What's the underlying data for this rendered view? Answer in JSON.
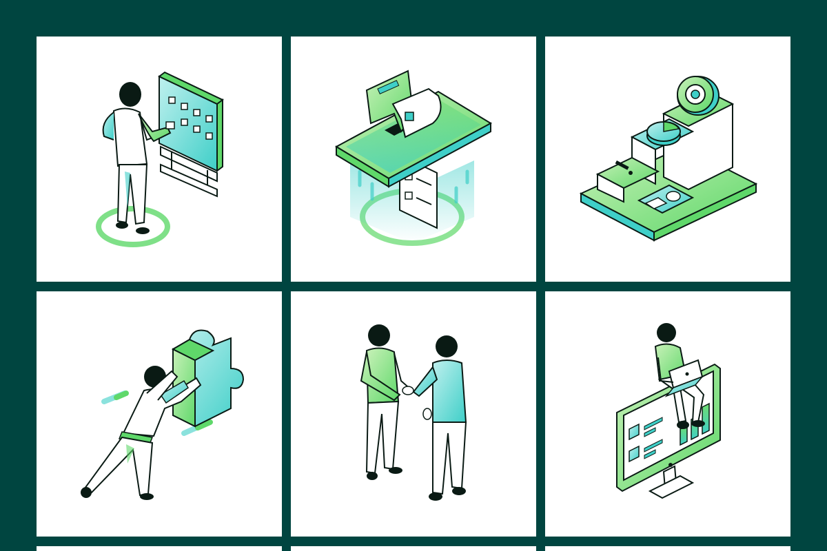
{
  "palette": {
    "background": "#004540",
    "tile": "#ffffff",
    "green": "#5fd86a",
    "light_green": "#c8f1b8",
    "teal": "#3fcfc8",
    "light_teal": "#bff0ee",
    "outline": "#0a1a14"
  },
  "tiles": [
    {
      "icon": "planning-board-icon"
    },
    {
      "icon": "phone-receipt-checklist-icon"
    },
    {
      "icon": "goal-steps-icon"
    },
    {
      "icon": "puzzle-push-icon"
    },
    {
      "icon": "handshake-icon"
    },
    {
      "icon": "monitor-laptop-icon"
    },
    {
      "icon": "partial-tile"
    },
    {
      "icon": "partial-tile"
    },
    {
      "icon": "partial-tile"
    }
  ]
}
